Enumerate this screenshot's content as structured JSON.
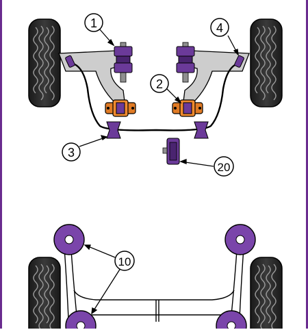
{
  "callouts": {
    "c1": "1",
    "c2": "2",
    "c3": "3",
    "c4": "4",
    "c10": "10",
    "c20": "20"
  },
  "colors": {
    "border": "#6a2c8e",
    "bush_purple": "#6b3a99",
    "bush_purple_dark": "#3e1f5c",
    "bush_orange": "#e07b25",
    "arm_grey": "#c9c9c9",
    "tyre": "#2a2a2a",
    "outline": "#000000"
  },
  "icons": [
    "wheel-icon",
    "bush-icon",
    "wishbone-arm-icon",
    "anti-roll-bar-icon",
    "subframe-icon"
  ]
}
